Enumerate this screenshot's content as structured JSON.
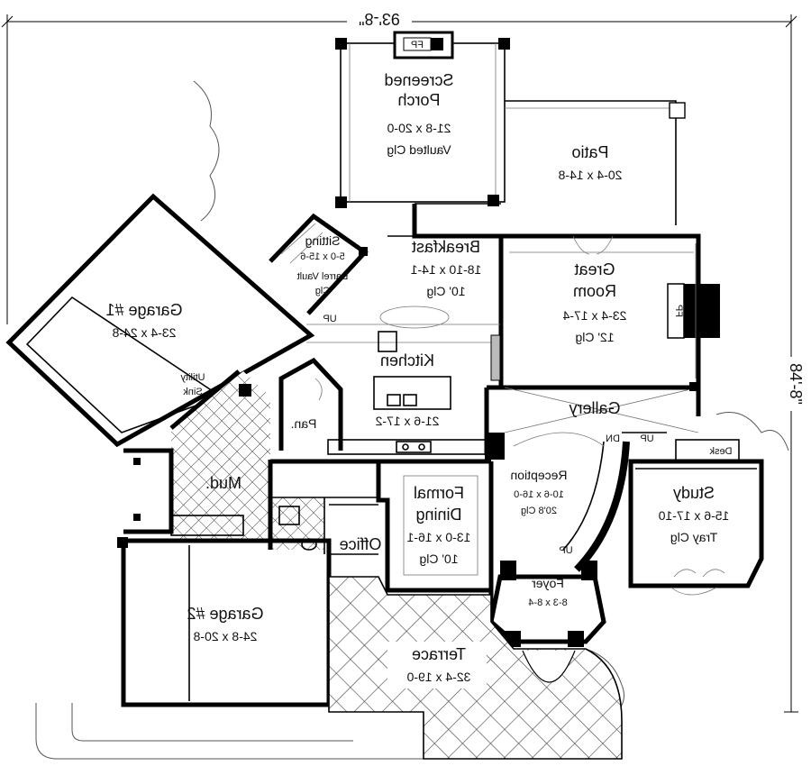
{
  "dimensions": {
    "overall_width": "93'-8\"",
    "overall_depth": "84'-8\""
  },
  "rooms": {
    "screened_porch": {
      "name_line1": "Screened",
      "name_line2": "Porch",
      "size": "21-8 x 20-0",
      "note": "Vaulted Clg"
    },
    "patio": {
      "name": "Patio",
      "size": "20-4 x 14-8"
    },
    "sitting": {
      "name": "Sitting",
      "size": "5-0 x 15-6",
      "note_line1": "Barrel Vault",
      "note_line2": "Clg"
    },
    "breakfast": {
      "name": "Breakfast",
      "size": "18-10 x 14-1",
      "note": "10' Clg"
    },
    "great_room": {
      "name_line1": "Great",
      "name_line2": "Room",
      "size": "23-4 x 17-4",
      "note": "12' Clg"
    },
    "garage1": {
      "name": "Garage #1",
      "size": "23-4 x 24-8"
    },
    "utility": {
      "name_line1": "Utility",
      "name_line2": "Sink"
    },
    "kitchen": {
      "name": "Kitchen",
      "size": "21-6 x 17-2"
    },
    "pantry": {
      "name": "Pan."
    },
    "gallery": {
      "name": "Gallery"
    },
    "mud": {
      "name": "Mud."
    },
    "reception": {
      "name": "Reception",
      "size": "10-6 x 16-0",
      "note": "20'8 Clg"
    },
    "study": {
      "name": "Study",
      "size": "15-6 x 17-10",
      "note": "Tray Clg",
      "desk": "Desk"
    },
    "formal_dining": {
      "name_line1": "Formal",
      "name_line2": "Dining",
      "size": "13-0 x 16-1",
      "note": "10' Clg"
    },
    "office": {
      "name": "Office"
    },
    "foyer": {
      "name": "Foyer",
      "size": "8-3 x 8-4"
    },
    "garage2": {
      "name": "Garage #2",
      "size": "24-8 x 20-8"
    },
    "terrace": {
      "name": "Terrace",
      "size": "32-4 x 19-0"
    }
  },
  "symbols": {
    "fireplace": "FP",
    "up": "UP",
    "down": "DN"
  }
}
